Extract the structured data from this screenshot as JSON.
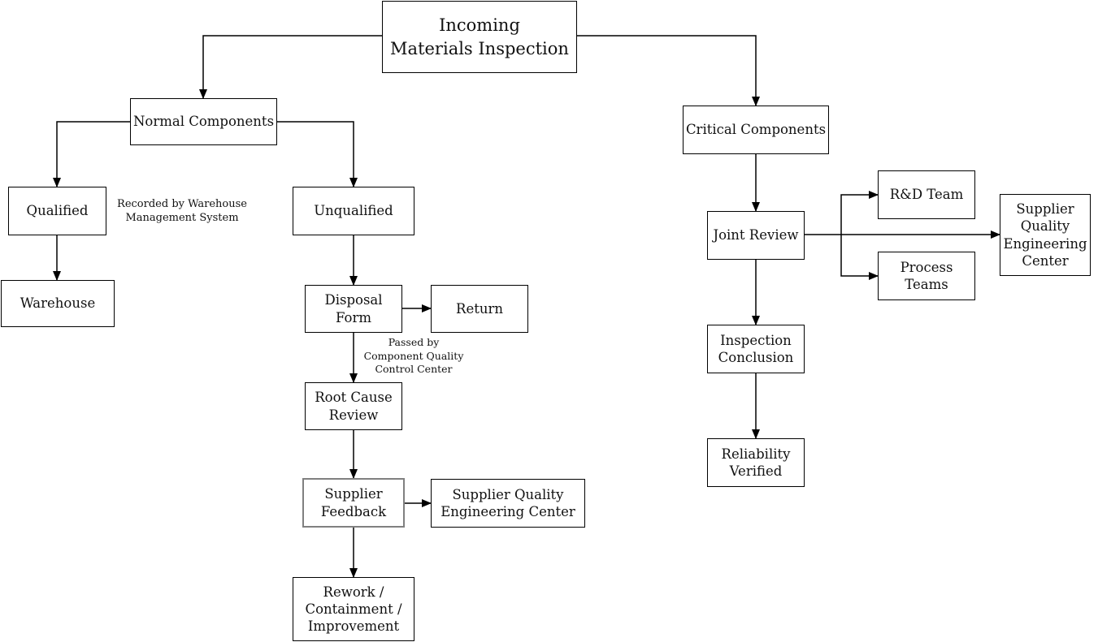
{
  "diagram": {
    "nodes": {
      "incoming": "Incoming\nMaterials Inspection",
      "normal": "Normal Components",
      "critical": "Critical Components",
      "qualified": "Qualified",
      "unqualified": "Unqualified",
      "warehouse": "Warehouse",
      "disposal_form": "Disposal\nForm",
      "return": "Return",
      "root_cause_review": "Root Cause\nReview",
      "supplier_feedback": "Supplier\nFeedback",
      "sqec_left": "Supplier Quality\nEngineering Center",
      "rework": "Rework /\nContainment /\nImprovement",
      "joint_review": "Joint Review",
      "rd_team": "R&D Team",
      "process_teams": "Process\nTeams",
      "sqec_right": "Supplier\nQuality\nEngineering\nCenter",
      "inspection_conclusion": "Inspection\nConclusion",
      "reliability_verified": "Reliability\nVerified"
    },
    "annotations": {
      "recorded_by": "Recorded by Warehouse\nManagement System",
      "passed_by": "Passed by\nComponent Quality\nControl Center"
    },
    "colors": {
      "line": "#000000",
      "box_border": "#000000",
      "box_fill": "#ffffff",
      "highlight_border": "#808080",
      "background": "#ffffff"
    }
  }
}
